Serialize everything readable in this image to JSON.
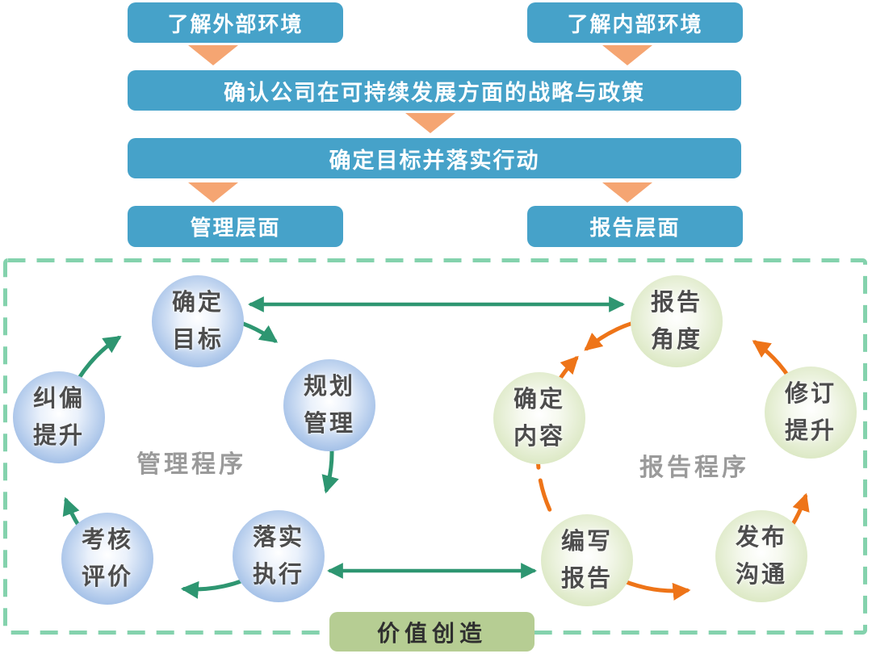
{
  "flow": {
    "understand_external": "了解外部环境",
    "understand_internal": "了解内部环境",
    "strategy": "确认公司在可持续发展方面的战略与政策",
    "goals_action": "确定目标并落实行动",
    "management_level": "管理层面",
    "report_level": "报告层面"
  },
  "management_cycle": {
    "label": "管理程序",
    "steps": [
      {
        "line1": "确定",
        "line2": "目标"
      },
      {
        "line1": "规划",
        "line2": "管理"
      },
      {
        "line1": "落实",
        "line2": "执行"
      },
      {
        "line1": "考核",
        "line2": "评价"
      },
      {
        "line1": "纠偏",
        "line2": "提升"
      }
    ]
  },
  "report_cycle": {
    "label": "报告程序",
    "steps": [
      {
        "line1": "报告",
        "line2": "角度"
      },
      {
        "line1": "修订",
        "line2": "提升"
      },
      {
        "line1": "发布",
        "line2": "沟通"
      },
      {
        "line1": "编写",
        "line2": "报告"
      },
      {
        "line1": "确定",
        "line2": "内容"
      }
    ]
  },
  "value_creation": "价值创造",
  "colors": {
    "flow_box_blue": "#46a2c9",
    "triangle_orange": "#f5a572",
    "management_circle_blue": "#7fa9dc",
    "report_circle_green": "#cbdfab",
    "management_arrow_green": "#2e9671",
    "report_arrow_orange": "#ee7418",
    "dashed_border_teal": "#84d2ad",
    "value_box_green": "#b6cd93",
    "cycle_label_gray": "#9a9a9a"
  }
}
